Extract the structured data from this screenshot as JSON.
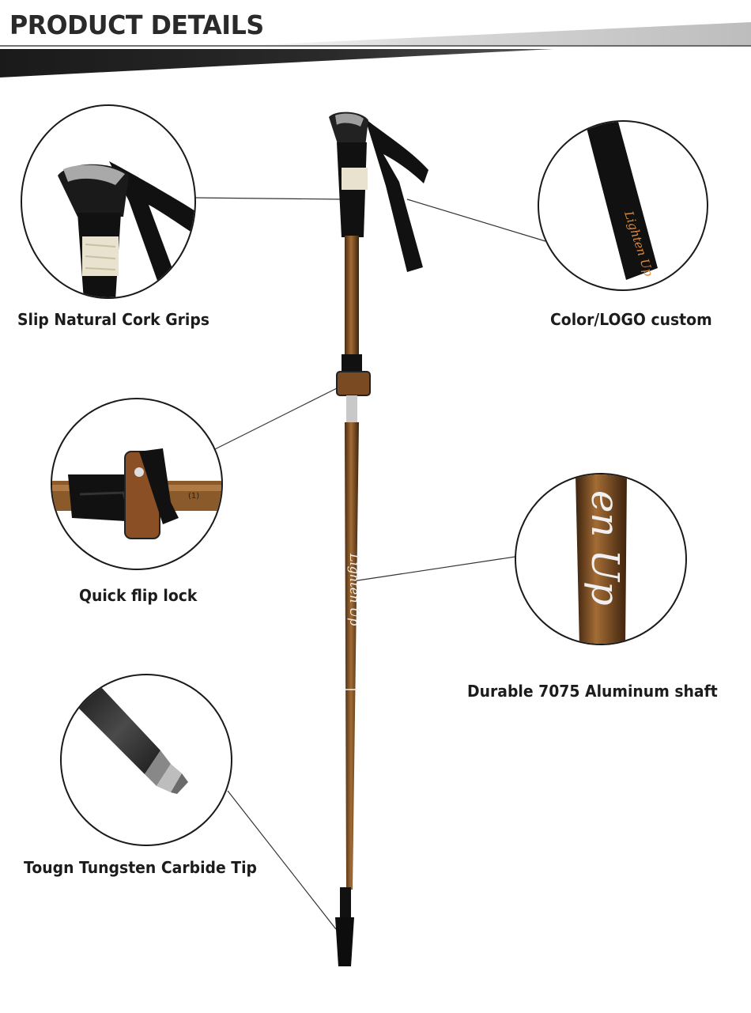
{
  "header": {
    "title": "PRODUCT DETAILS"
  },
  "features": {
    "grips": "Slip Natural Cork Grips",
    "logo": "Color/LOGO custom",
    "lock": "Quick flip lock",
    "shaft": "Durable 7075 Aluminum shaft",
    "tip": "Tougn Tungsten Carbide Tip"
  },
  "brand": {
    "logo_text": "Lighten Up"
  },
  "colors": {
    "shaft": "#8a5a2b",
    "grip": "#111111",
    "cork": "#e8e2cf",
    "outline": "#1a1a1a"
  }
}
